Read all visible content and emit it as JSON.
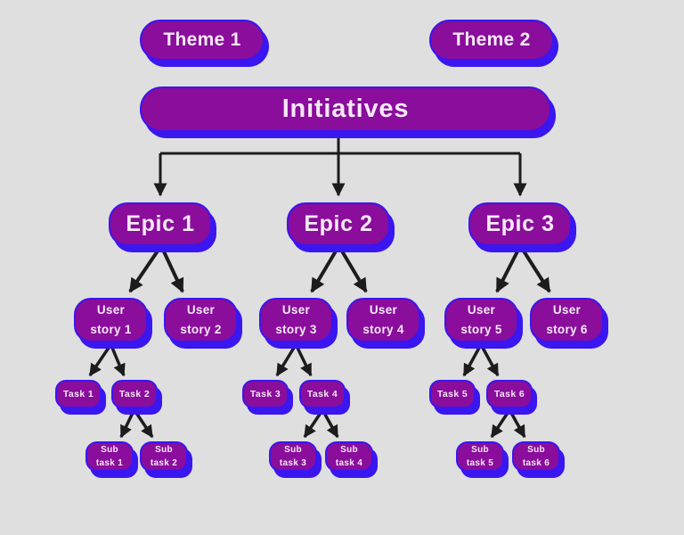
{
  "diagram": {
    "type": "hierarchy-tree",
    "colors": {
      "background": "#dfdfdf",
      "node_fill": "#8a0d9c",
      "node_outline_shadow": "#3a16f0",
      "node_text": "#f6e9f6",
      "arrow": "#1c1c1c"
    },
    "nodes": {
      "themes": [
        {
          "label": "Theme 1"
        },
        {
          "label": "Theme 2"
        }
      ],
      "initiatives": {
        "label": "Initiatives"
      },
      "epics": [
        {
          "label": "Epic 1"
        },
        {
          "label": "Epic 2"
        },
        {
          "label": "Epic 3"
        }
      ],
      "user_stories": [
        {
          "label": "User\nstory 1"
        },
        {
          "label": "User\nstory 2"
        },
        {
          "label": "User\nstory 3"
        },
        {
          "label": "User\nstory 4"
        },
        {
          "label": "User\nstory 5"
        },
        {
          "label": "User\nstory 6"
        }
      ],
      "tasks": [
        {
          "label": "Task 1"
        },
        {
          "label": "Task 2"
        },
        {
          "label": "Task 3"
        },
        {
          "label": "Task 4"
        },
        {
          "label": "Task 5"
        },
        {
          "label": "Task 6"
        }
      ],
      "sub_tasks": [
        {
          "label": "Sub\ntask 1"
        },
        {
          "label": "Sub\ntask 2"
        },
        {
          "label": "Sub\ntask 3"
        },
        {
          "label": "Sub\ntask 4"
        },
        {
          "label": "Sub\ntask 5"
        },
        {
          "label": "Sub\ntask 6"
        }
      ]
    },
    "edges": {
      "initiatives_to_epics": "orthogonal, arrowheads into each epic",
      "epic_to_user_stories": "each epic splits into two user stories",
      "odd_user_story_to_tasks": "user stories 1,3,5 split into two tasks",
      "even_task_to_sub_tasks": "tasks 2,4,6 split into two sub tasks"
    }
  }
}
